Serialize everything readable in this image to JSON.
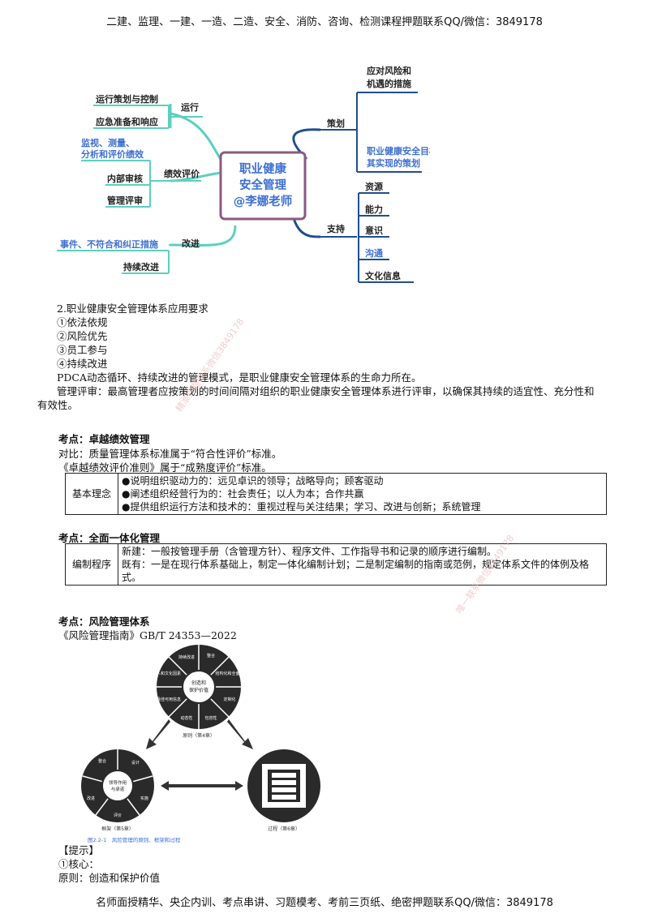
{
  "header": "二建、监理、一建、一造、二造、安全、消防、咨询、检测课程押题联系QQ/微信：3849178",
  "footer": "名师面授精华、央企内训、考点串讲、习题模考、考前三页纸、绝密押题联系QQ/微信：3849178",
  "mindmap": {
    "center_lines": [
      "职业健康",
      "安全管理",
      "@李娜老师"
    ],
    "colors": {
      "teal": "#5ccfbf",
      "navy": "#1f4e8f",
      "center_border": "#8a5a82",
      "blue_text": "#3d6fd1"
    },
    "branches": {
      "yunxing": {
        "label": "运行",
        "items": [
          "运行策划与控制",
          "应急准备和响应"
        ]
      },
      "jixiao": {
        "label": "绩效评价",
        "items": [
          "监视、测量、",
          "分析和评价绩效",
          "内部审核",
          "管理评审"
        ]
      },
      "gaijin": {
        "label": "改进",
        "items": [
          "事件、不符合和纠正措施",
          "持续改进"
        ]
      },
      "cehua": {
        "label": "策划",
        "items": [
          "应对风险和",
          "机遇的措施",
          "职业健康安全目标及",
          "其实现的策划"
        ]
      },
      "zhichi": {
        "label": "支持",
        "items": [
          "资源",
          "能力",
          "意识",
          "沟通",
          "文化信息"
        ]
      }
    }
  },
  "section1": {
    "lines": [
      "2.职业健康安全管理体系应用要求",
      "①依法依规",
      "②风险优先",
      "③员工参与",
      "④持续改进",
      "PDCA动态循环、持续改进的管理模式，是职业健康安全管理体系的生命力所在。",
      "管理评审：最高管理者应按策划的时间间隔对组织的职业健康安全管理体系进行评审，以确保其持续的适宜性、充分性和",
      "有效性。"
    ]
  },
  "kaodian1": {
    "title": "考点：卓越绩效管理",
    "lines": [
      "对比：质量管理体系标准属于“符合性评价”标准。",
      "《卓越绩效评价准则》属于“成熟度评价”标准。"
    ],
    "table_label": "基本理念",
    "table_rows": [
      "●说明组织驱动力的：远见卓识的领导；战略导向；顾客驱动",
      "●阐述组织经营行为的：社会责任；以人为本；合作共赢",
      "●提供组织运行方法和技术的：重视过程与关注结果；学习、改进与创新；系统管理"
    ]
  },
  "kaodian2": {
    "title": "考点：全面一体化管理",
    "table_label": "编制程序",
    "table_rows": [
      "新建：一般按管理手册（含管理方针）、程序文件、工作指导书和记录的顺序进行编制。",
      "既有：一是在现行体系基础上，制定一体化编制计划；二是制定编制的指南或范例，规定体系文件的体例及格式。"
    ]
  },
  "kaodian3": {
    "title": "考点：风险管理体系",
    "line": "《风险管理指南》GB/T 24353—2022",
    "figure": {
      "principles_center": [
        "创造和",
        "保护价值"
      ],
      "principles_segments": [
        "持续改进",
        "整合",
        "结构化和全面性",
        "定制化",
        "包容性",
        "动态性",
        "最佳可用信息",
        "人和文化因素"
      ],
      "principles_caption": "原则（第4章）",
      "framework_center": [
        "领导作用",
        "与承诺"
      ],
      "framework_segments": [
        "整合",
        "设计",
        "实施",
        "评价",
        "改进"
      ],
      "framework_caption": "框架（第5章）",
      "process_caption": "过程（第6章）",
      "figure_caption": "图2.2-1　风险管理的原则、框架和过程"
    }
  },
  "tips": {
    "lines": [
      "【提示】",
      "①核心：",
      "原则：创造和保护价值"
    ]
  },
  "watermarks": [
    "精准押题联系微信3849178",
    "唯一联系微信3849178"
  ]
}
